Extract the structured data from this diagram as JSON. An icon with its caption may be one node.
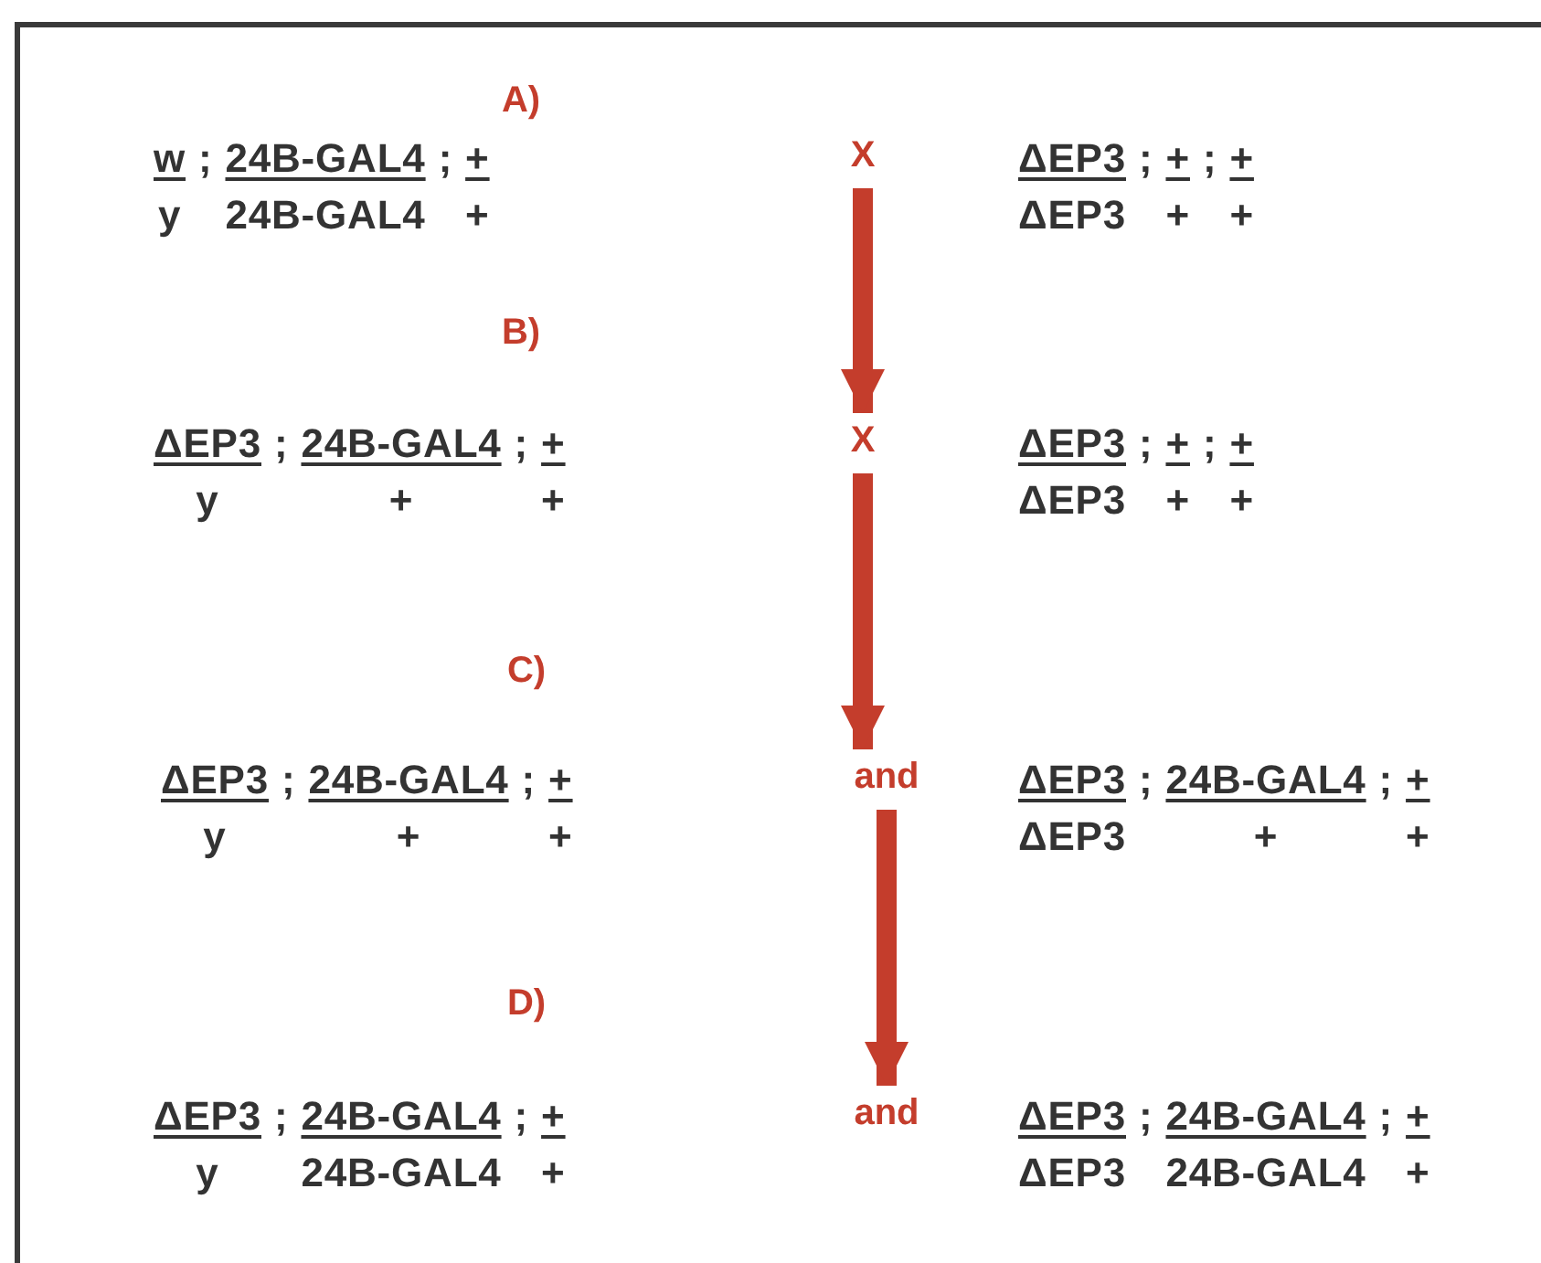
{
  "diagram": {
    "nodes": [
      {
        "text": [
          "w",
          ";",
          "24B-GAL4",
          ";",
          "+",
          "y",
          "24B-GAL4",
          "+"
        ]
      },
      {
        "text": [
          "X"
        ]
      },
      {
        "text": [
          "ΔEP3",
          ";",
          "+",
          ";",
          "+",
          "ΔEP3",
          "+",
          "+"
        ]
      },
      {
        "text": [
          "ΔEP3",
          ";",
          "24B-GAL4",
          ";",
          "+",
          "y",
          "+",
          "+"
        ]
      },
      {
        "text": [
          "X"
        ]
      },
      {
        "text": [
          "ΔEP3",
          ";",
          "+",
          ";",
          "+",
          "ΔEP3",
          "+",
          "+"
        ]
      },
      {
        "text": [
          "ΔEP3",
          ";",
          "24B-GAL4",
          ";",
          "+",
          "y",
          "+",
          "+"
        ]
      },
      {
        "text": [
          "and"
        ]
      },
      {
        "text": [
          "ΔEP3",
          ";",
          "24B-GAL4",
          ";",
          "+",
          "ΔEP3",
          "+",
          "+"
        ]
      },
      {
        "text": [
          "ΔEP3",
          ";",
          "24B-GAL4",
          ";",
          "+",
          "y",
          "24B-GAL4",
          "+"
        ]
      },
      {
        "text": [
          "and"
        ]
      },
      {
        "text": [
          "ΔEP3",
          ";",
          "24B-GAL4",
          ";",
          "+",
          "ΔEP3",
          "24B-GAL4",
          "+"
        ]
      }
    ],
    "edges": [
      {
        "from": 1,
        "to": 4,
        "arrow": "to"
      },
      {
        "from": 4,
        "to": 7,
        "arrow": "to"
      },
      {
        "from": 7,
        "to": 10,
        "arrow": "to"
      }
    ],
    "labels": [
      "A)",
      "B)",
      "C)",
      "D)"
    ]
  }
}
